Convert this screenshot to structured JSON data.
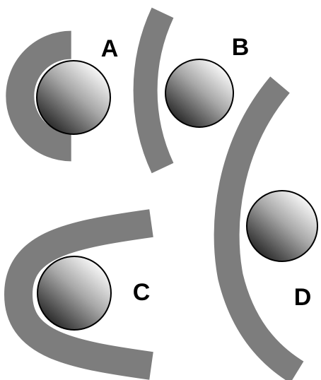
{
  "panels": [
    {
      "id": "A",
      "label": "A"
    },
    {
      "id": "B",
      "label": "B"
    },
    {
      "id": "C",
      "label": "C"
    },
    {
      "id": "D",
      "label": "D"
    }
  ],
  "colors": {
    "track": "#7d7d7d",
    "ball_outline": "#000000",
    "ball_light": "#fcfcfc",
    "ball_mid": "#a8a8a8",
    "ball_dark": "#262626",
    "label": "#000000",
    "background": "#ffffff"
  }
}
